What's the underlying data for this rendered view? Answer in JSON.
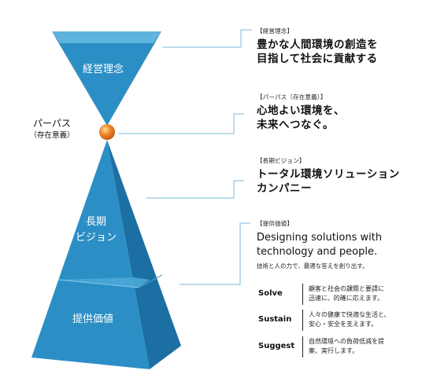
{
  "shapes": {
    "top_label": "経営理念",
    "middle_label": [
      "長期",
      "ビジョン"
    ],
    "bottom_label": "提供価値",
    "purpose_label": "パーパス",
    "purpose_sub": "（存在意義）"
  },
  "sections": {
    "philosophy": {
      "tag": "【経営理念】",
      "lines": [
        "豊かな人間環境の創造を",
        "目指して社会に貢献する"
      ]
    },
    "purpose": {
      "tag": "【パーパス（存在意義）】",
      "lines": [
        "心地よい環境を、",
        "未来へつなぐ。"
      ]
    },
    "vision": {
      "tag": "【長期ビジョン】",
      "lines": [
        "トータル環境ソリューション",
        "カンパニー"
      ]
    },
    "value": {
      "tag": "【提供価値】",
      "lines": [
        "Designing solutions with",
        "technology and people."
      ],
      "note": "技術と人の力で、最適な答えを創り出す。",
      "rows": [
        {
          "key": "Solve",
          "lines": [
            "顧客と社会の課題と要請に",
            "迅速に、的確に応えます。"
          ]
        },
        {
          "key": "Sustain",
          "lines": [
            "人々の健康で快適な生活と、",
            "安心・安全を支えます。"
          ]
        },
        {
          "key": "Suggest",
          "lines": [
            "自然環境への負荷低減を提",
            "案、実行します。"
          ]
        }
      ]
    }
  },
  "colors": {
    "pyramid_front": "#2b8fc6",
    "pyramid_side": "#1c6fa2",
    "pyramid_top": "#5fb4de",
    "orb": "#e8741e",
    "connector": "#7ab8dc"
  }
}
